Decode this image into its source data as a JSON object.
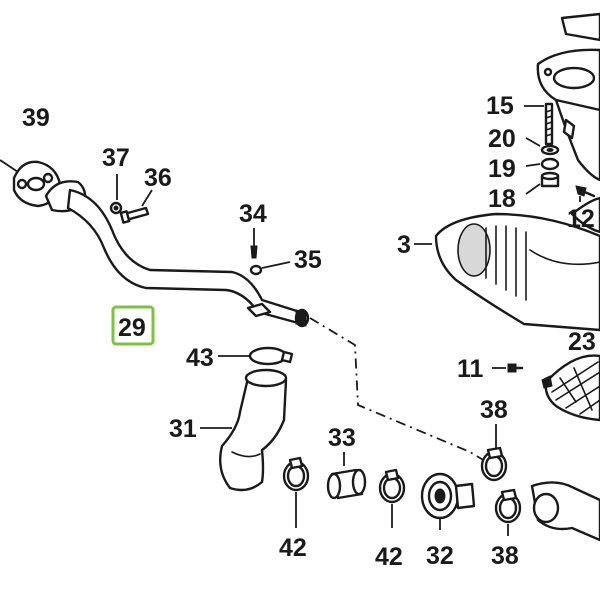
{
  "highlight_color": "#7cc242",
  "highlighted_callout": "29",
  "callouts": {
    "c39": "39",
    "c37": "37",
    "c36": "36",
    "c34": "34",
    "c35": "35",
    "c29": "29",
    "c43": "43",
    "c31": "31",
    "c33": "33",
    "c42a": "42",
    "c42b": "42",
    "c32": "32",
    "c38a": "38",
    "c38b": "38",
    "c15": "15",
    "c20": "20",
    "c19": "19",
    "c18": "18",
    "c12": "12",
    "c3": "3",
    "c23": "23",
    "c11": "11"
  }
}
